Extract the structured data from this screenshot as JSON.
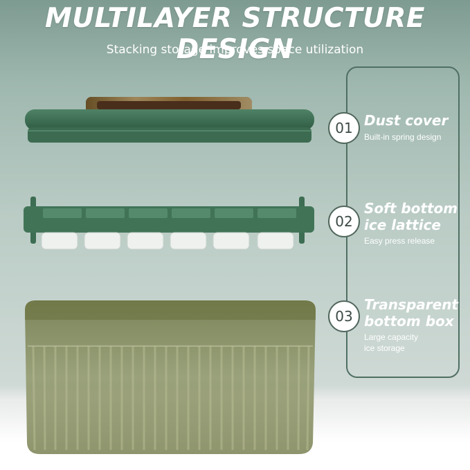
{
  "header": {
    "title": "MULTILAYER STRUCTURE DESIGN",
    "subtitle": "Stacking storage improves space utilization"
  },
  "features": [
    {
      "number": "01",
      "title_lines": [
        "Dust cover"
      ],
      "desc_lines": [
        "Built-in spring design"
      ]
    },
    {
      "number": "02",
      "title_lines": [
        "Soft bottom",
        "ice lattice"
      ],
      "desc_lines": [
        "Easy press release"
      ]
    },
    {
      "number": "03",
      "title_lines": [
        "Transparent",
        "bottom box"
      ],
      "desc_lines": [
        "Large capacity",
        "ice storage"
      ]
    }
  ],
  "colors": {
    "lid_green": "#3f6f55",
    "box_olive": "#7f8755",
    "gold": "#c9a24a",
    "panel_border": "#4f6f62"
  }
}
